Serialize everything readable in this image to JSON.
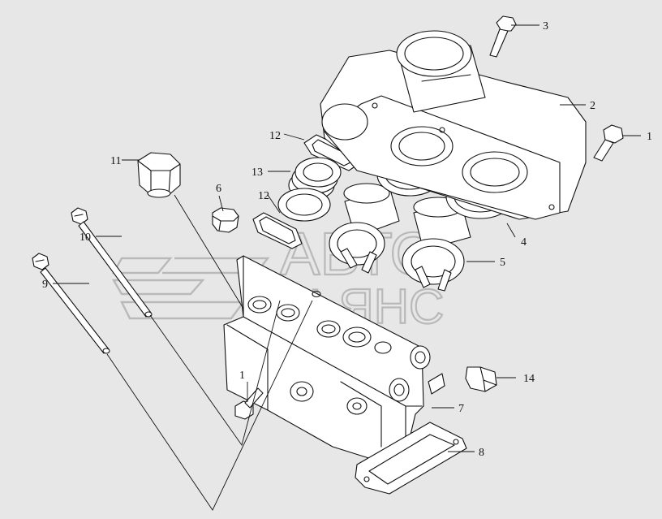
{
  "diagram": {
    "watermark": {
      "line1": "АВТО",
      "line2": "АЛЬЯНС"
    },
    "callouts": [
      "1",
      "2",
      "3",
      "4",
      "5",
      "6",
      "7",
      "8",
      "9",
      "10",
      "11",
      "12",
      "13",
      "14"
    ],
    "callout_1_second": "1",
    "callout_12_second": "12"
  }
}
